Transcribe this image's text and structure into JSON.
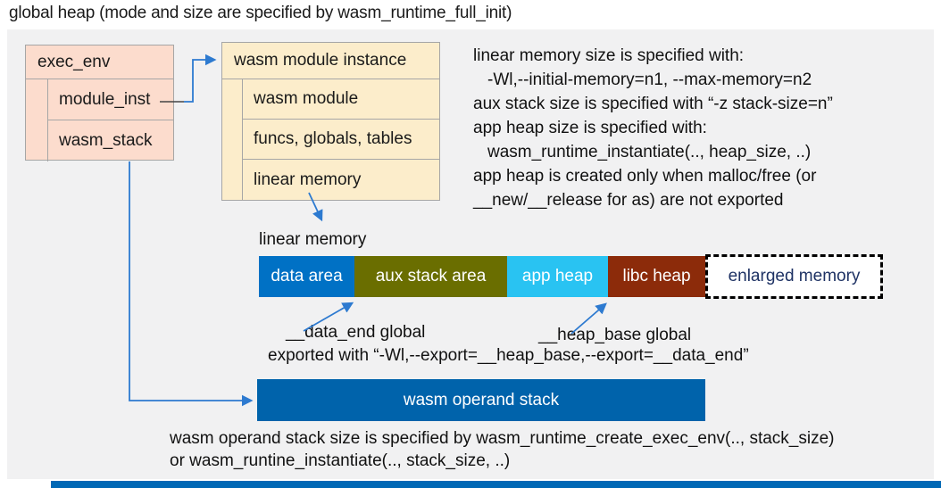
{
  "title": "global heap (mode and size are specified by wasm_runtime_full_init)",
  "exec_env": {
    "header": "exec_env",
    "rows": [
      "module_inst",
      "wasm_stack"
    ]
  },
  "module_instance": {
    "header": "wasm module instance",
    "rows": [
      "wasm module",
      "funcs, globals, tables",
      "linear memory"
    ]
  },
  "notes": {
    "lines": [
      {
        "text": "linear memory size is specified with:",
        "indent": false
      },
      {
        "text": "-Wl,--initial-memory=n1, --max-memory=n2",
        "indent": true
      },
      {
        "text": "aux stack size is specified with “-z stack-size=n”",
        "indent": false
      },
      {
        "text": "app heap size is specified with:",
        "indent": false
      },
      {
        "text": "wasm_runtime_instantiate(.., heap_size, ..)",
        "indent": true
      },
      {
        "text": "app heap is created only when malloc/free (or",
        "indent": false
      },
      {
        "text": "__new/__release for as) are not exported",
        "indent": false
      }
    ]
  },
  "linear_memory": {
    "label": "linear memory",
    "segments": [
      {
        "label": "data area",
        "color": "#0071c5",
        "text_color": "#ffffff"
      },
      {
        "label": "aux stack area",
        "color": "#6a6e00",
        "text_color": "#ffffff"
      },
      {
        "label": "app heap",
        "color": "#29c3f2",
        "text_color": "#ffffff"
      },
      {
        "label": "libc heap",
        "color": "#8c2b0a",
        "text_color": "#ffffff"
      },
      {
        "label": "enlarged memory",
        "color": "#ffffff",
        "text_color": "#1e3264"
      }
    ]
  },
  "annotations": {
    "data_end": "__data_end global",
    "heap_base": "__heap_base global",
    "exported": "exported with “-Wl,--export=__heap_base,--export=__data_end”"
  },
  "operand_stack": {
    "label": "wasm operand stack",
    "note_line1": "wasm operand stack size is specified by wasm_runtime_create_exec_env(.., stack_size)",
    "note_line2": "or wasm_runtine_instantiate(.., stack_size, ..)"
  },
  "colors": {
    "panel_bg": "#f1f1f2",
    "exec_env_fill": "#fcdccd",
    "module_fill": "#fcedcb",
    "box_border": "#a6a6a6",
    "operand_stack_fill": "#0063ab",
    "footer_bar": "#0068b5",
    "arrow": "#2d7ad0"
  }
}
